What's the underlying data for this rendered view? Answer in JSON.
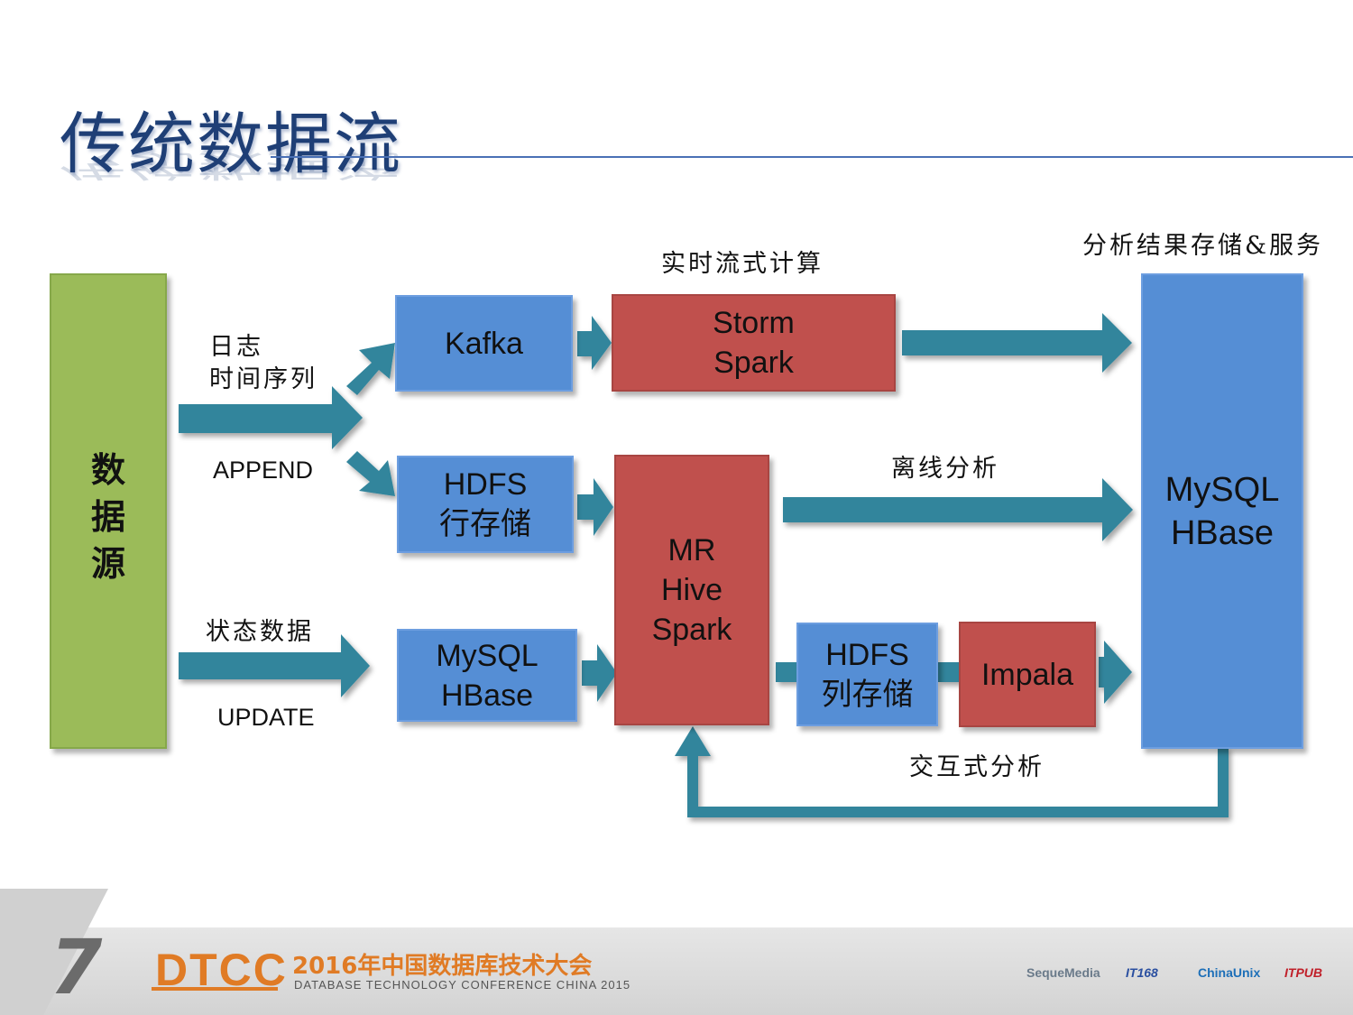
{
  "title": "传统数据流",
  "source_label": "数\n据\n源",
  "boxes": {
    "kafka": "Kafka",
    "storm_spark": "Storm\nSpark",
    "hdfs_row_line1": "HDFS",
    "hdfs_row_line2": "行存储",
    "mysql_hbase_mid": "MySQL\nHBase",
    "mr_hive_spark": "MR\nHive\nSpark",
    "hdfs_col_line1": "HDFS",
    "hdfs_col_line2": "列存储",
    "impala": "Impala",
    "mysql_hbase_right": "MySQL\nHBase"
  },
  "labels": {
    "log": "日志",
    "time_series": "时间序列",
    "append": "APPEND",
    "state_data": "状态数据",
    "update": "UPDATE",
    "realtime": "实时流式计算",
    "result_storage": "分析结果存储&服务",
    "offline": "离线分析",
    "interactive": "交互式分析"
  },
  "footer": {
    "dtcc": "DTCC",
    "conference_cn": "2016年中国数据库技术大会",
    "conference_en": "DATABASE TECHNOLOGY CONFERENCE CHINA 2015",
    "logos": [
      "SequeMedia",
      "IT168",
      "ChinaUnix",
      "ITPUB"
    ]
  },
  "colors": {
    "blue_box": "#558ed5",
    "red_box": "#c0504d",
    "green_box": "#9bbb59",
    "arrow": "#31859c",
    "accent": "#e07b25"
  }
}
